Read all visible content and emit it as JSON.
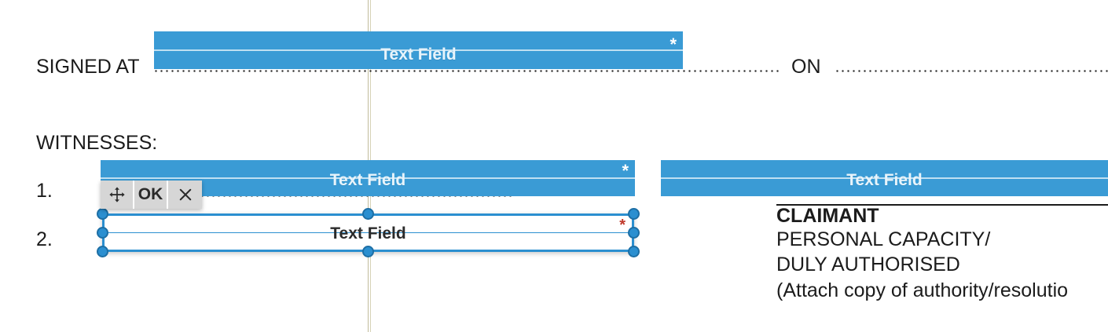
{
  "document": {
    "signed_at_label": "SIGNED AT",
    "on_label": "ON",
    "witnesses_label": "WITNESSES:",
    "witness_1_number": "1.",
    "witness_2_number": "2.",
    "claimant_block": {
      "line1": "CLAIMANT",
      "line2": "PERSONAL CAPACITY/",
      "line3": "DULY AUTHORISED",
      "line4": "(Attach copy of authority/resolutio"
    }
  },
  "fields": {
    "signed_at_place": {
      "caption": "Text Field",
      "required_marker": "*",
      "state": "unselected"
    },
    "witness_1": {
      "caption": "Text Field",
      "required_marker": "*",
      "state": "unselected"
    },
    "witness_2": {
      "caption": "Text Field",
      "required_marker": "*",
      "state": "selected"
    },
    "claimant_signature": {
      "caption": "Text Field",
      "required_marker": "",
      "state": "unselected"
    }
  },
  "edit_toolbar": {
    "move_label": "move-handle",
    "ok_label": "OK",
    "close_label": "✕"
  },
  "colors": {
    "field_blue": "#3a9bd5",
    "field_caption": "#e8f4fb",
    "selection_blue": "#2b8fd0",
    "required_red": "#c0392b",
    "toolbar_gray": "#d6d6d6",
    "guide_line": "#b5b08a",
    "text_black": "#1b1b1b"
  }
}
